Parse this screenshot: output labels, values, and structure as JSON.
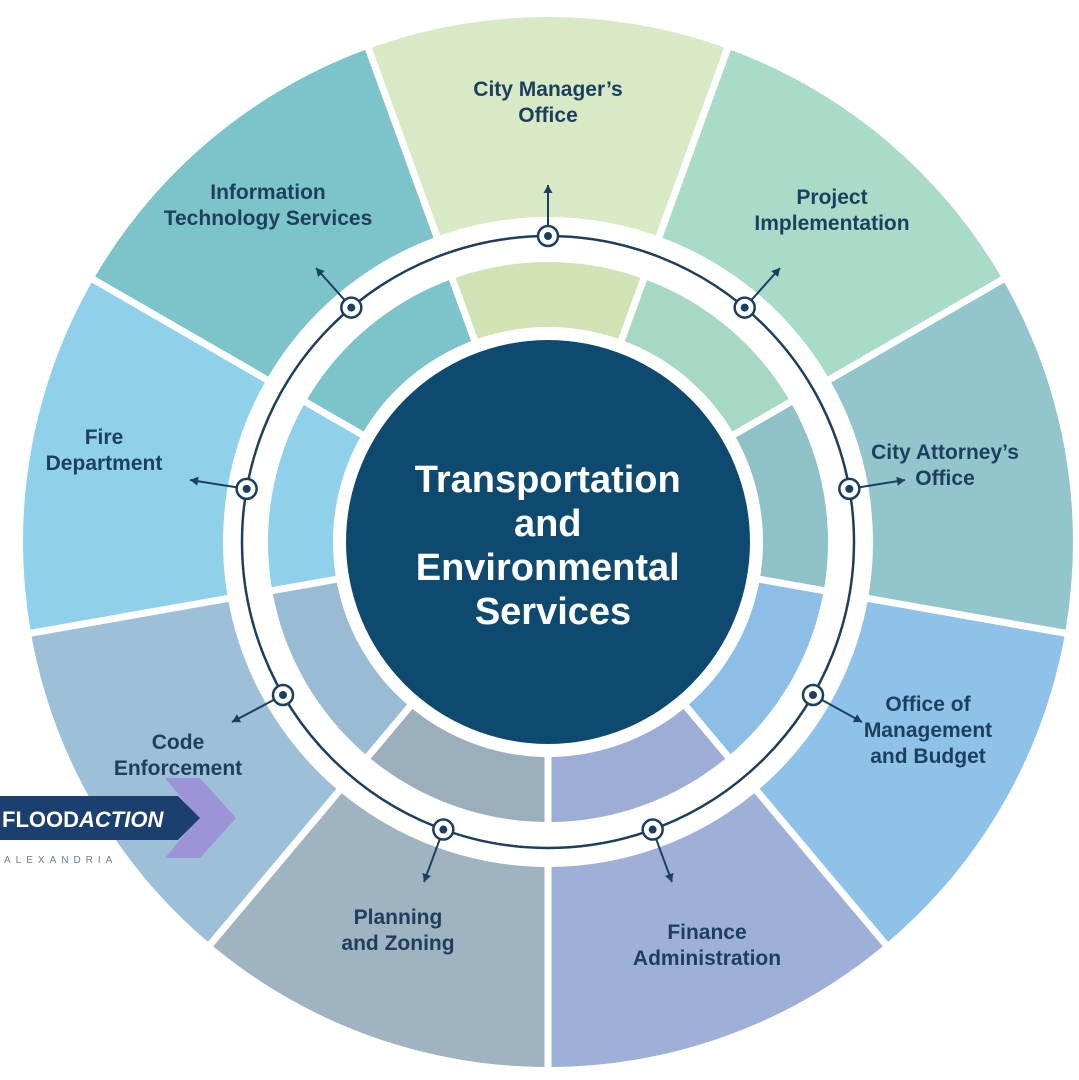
{
  "center": {
    "lines": [
      "Transportation",
      "and",
      "Environmental",
      "Services"
    ],
    "color": "#0e4a70"
  },
  "departments": [
    {
      "id": "city-managers-office",
      "lines": [
        "City Manager’s",
        "Office"
      ],
      "color": "#d8e9c6",
      "inner": "#cfe3b4"
    },
    {
      "id": "project-implementation",
      "lines": [
        "Project",
        "Implementation"
      ],
      "color": "#a9dbc9",
      "inner": "#a6d8c4"
    },
    {
      "id": "city-attorneys-office",
      "lines": [
        "City Attorney’s",
        "Office"
      ],
      "color": "#93c6cc",
      "inner": "#8fc1c8"
    },
    {
      "id": "office-of-management-and-budget",
      "lines": [
        "Office of",
        "Management",
        "and Budget"
      ],
      "color": "#8fc2e8",
      "inner": "#8dbfe6"
    },
    {
      "id": "finance-administration",
      "lines": [
        "Finance",
        "Administration"
      ],
      "color": "#9fb0d8",
      "inner": "#9dadd6"
    },
    {
      "id": "planning-and-zoning",
      "lines": [
        "Planning",
        "and Zoning"
      ],
      "color": "#9fb3c0",
      "inner": "#9aaebb"
    },
    {
      "id": "code-enforcement",
      "lines": [
        "Code",
        "Enforcement"
      ],
      "color": "#9dc0d8",
      "inner": "#99bbd4"
    },
    {
      "id": "fire-department",
      "lines": [
        "Fire",
        "Department"
      ],
      "color": "#8fd1ea",
      "inner": "#8fd1ea"
    },
    {
      "id": "information-technology-services",
      "lines": [
        "Information",
        "Technology Services"
      ],
      "color": "#7dc4ca",
      "inner": "#7dc4ca"
    }
  ],
  "logo": {
    "name_plain": "FLOOD",
    "name_italic": "ACTION",
    "sub": "ALEXANDRIA"
  },
  "colors": {
    "ring": "#1d3f5e",
    "logo_dark": "#1b3f6e",
    "logo_light": "#9c94d6"
  }
}
